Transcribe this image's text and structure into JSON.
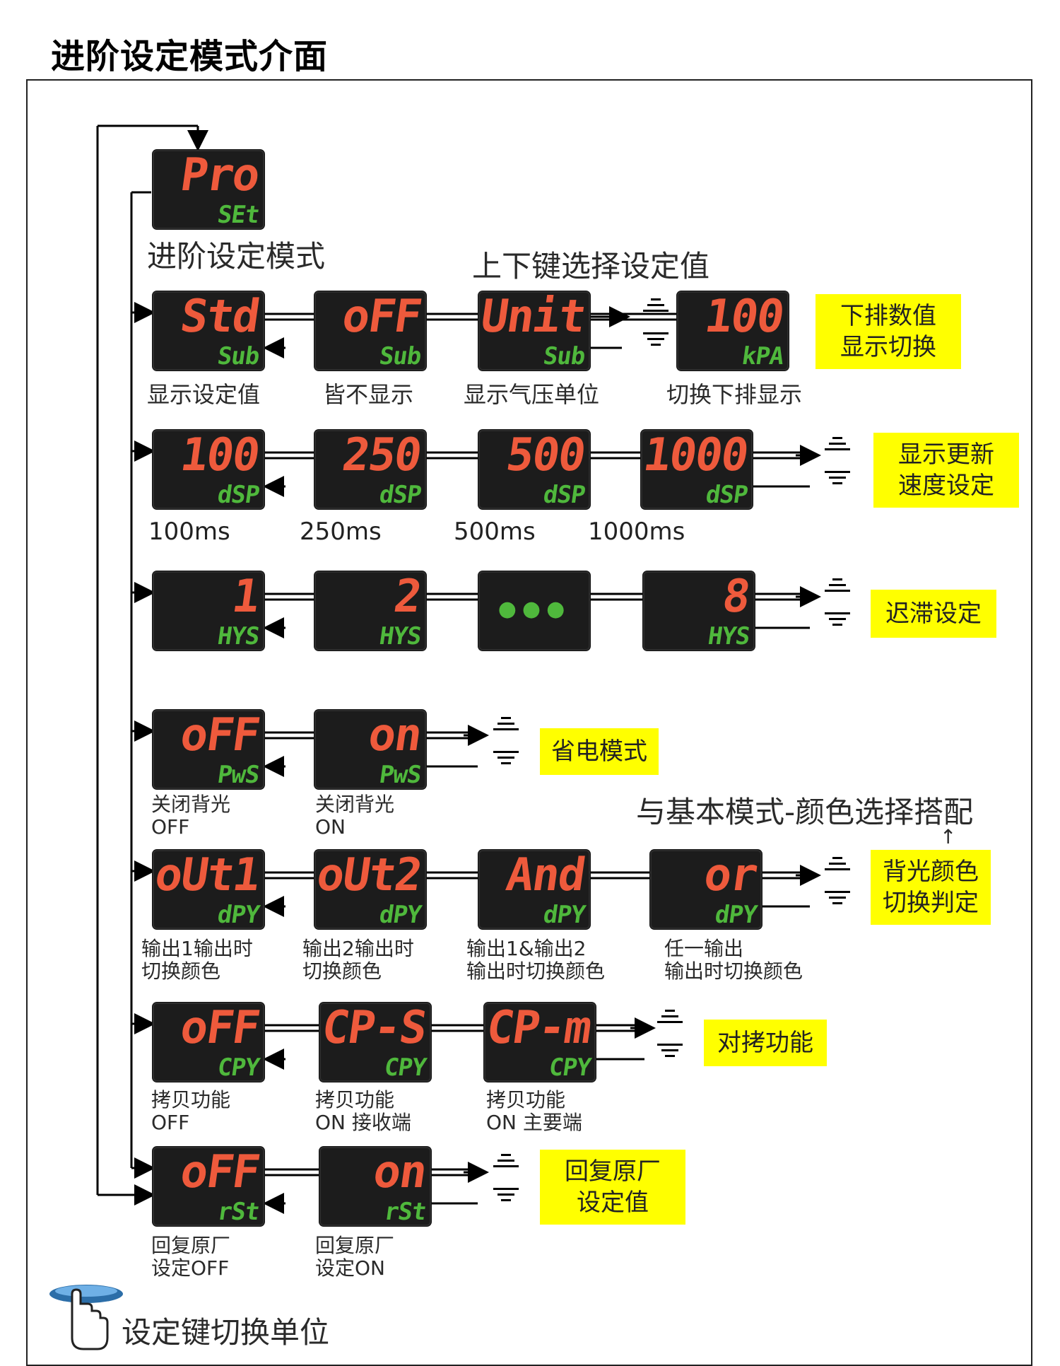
{
  "title": "进阶设定模式介面",
  "colors": {
    "led_main": "#ee5a3c",
    "led_sub": "#4fb83c",
    "note_bg": "#ffff00"
  },
  "entry": {
    "main": "Pro",
    "sub": "SEt",
    "caption": "进阶设定模式"
  },
  "updown_hint": "上下键选择设定值",
  "rows": [
    {
      "id": "sub",
      "displays": [
        {
          "main": "Std",
          "sub": "Sub"
        },
        {
          "main": "oFF",
          "sub": "Sub"
        },
        {
          "main": "Unit",
          "sub": "Sub"
        },
        {
          "main": "100",
          "sub": "kPA"
        }
      ],
      "captions": [
        "显示设定值",
        "皆不显示",
        "显示气压单位",
        "切换下排显示"
      ],
      "note": "下排数值\n显示切换"
    },
    {
      "id": "dsp",
      "displays": [
        {
          "main": "100",
          "sub": "dSP"
        },
        {
          "main": "250",
          "sub": "dSP"
        },
        {
          "main": "500",
          "sub": "dSP"
        },
        {
          "main": "1000",
          "sub": "dSP"
        }
      ],
      "captions": [
        "100ms",
        "250ms",
        "500ms",
        "1000ms"
      ],
      "note": "显示更新\n速度设定"
    },
    {
      "id": "hys",
      "displays": [
        {
          "main": "1",
          "sub": "HYS"
        },
        {
          "main": "2",
          "sub": "HYS"
        },
        {
          "main": "",
          "sub": "",
          "dots": "●●●"
        },
        {
          "main": "8",
          "sub": "HYS"
        }
      ],
      "captions": [],
      "note": "迟滞设定"
    },
    {
      "id": "pws",
      "displays": [
        {
          "main": "oFF",
          "sub": "PwS"
        },
        {
          "main": "on",
          "sub": "PwS"
        }
      ],
      "captions": [
        "关闭背光\nOFF",
        "关闭背光\nON"
      ],
      "note": "省电模式"
    },
    {
      "id": "dpy",
      "displays": [
        {
          "main": "oUt1",
          "sub": "dPY"
        },
        {
          "main": "oUt2",
          "sub": "dPY"
        },
        {
          "main": "And",
          "sub": "dPY"
        },
        {
          "main": "or",
          "sub": "dPY"
        }
      ],
      "captions": [
        "输出1输出时\n切换颜色",
        "输出2输出时\n切换颜色",
        "输出1&输出2\n输出时切换颜色",
        "任一输出\n输出时切换颜色"
      ],
      "note": "背光颜色\n切换判定",
      "hint": "与基本模式-颜色选择搭配"
    },
    {
      "id": "cpy",
      "displays": [
        {
          "main": "oFF",
          "sub": "CPY"
        },
        {
          "main": "CP-S",
          "sub": "CPY"
        },
        {
          "main": "CP-m",
          "sub": "CPY"
        }
      ],
      "captions": [
        "拷贝功能\nOFF",
        "拷贝功能\nON  接收端",
        "拷贝功能\nON  主要端"
      ],
      "note": "对拷功能"
    },
    {
      "id": "rst",
      "displays": [
        {
          "main": "oFF",
          "sub": "rSt"
        },
        {
          "main": "on",
          "sub": "rSt"
        }
      ],
      "captions": [
        "回复原厂\n设定OFF",
        "回复原厂\n设定ON"
      ],
      "note": "回复原厂\n设定值"
    }
  ],
  "footer": {
    "caption": "设定键切换单位",
    "icon": "finger-press-icon"
  }
}
